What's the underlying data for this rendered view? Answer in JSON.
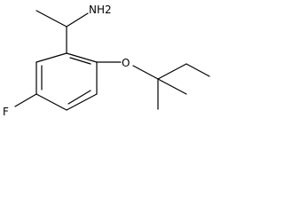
{
  "molecule": {
    "labels": {
      "amine": "NH2",
      "oxygen": "O",
      "fluorine": "F"
    }
  },
  "colors": {
    "background": "#ffffff",
    "bond": "#000000",
    "text": "#000000"
  }
}
